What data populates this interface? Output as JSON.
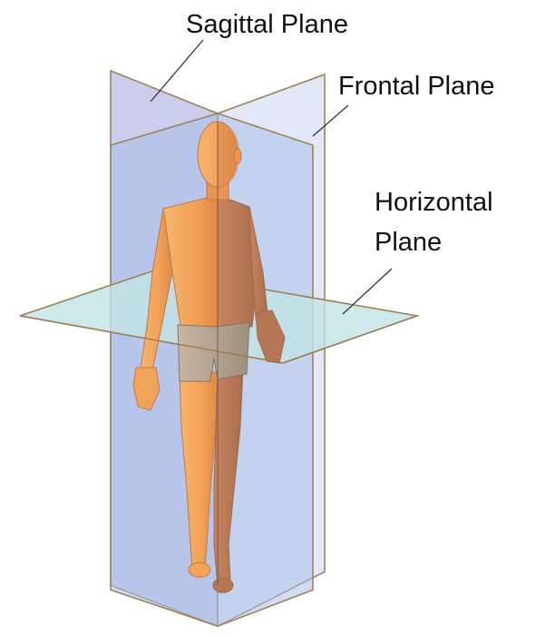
{
  "labels": {
    "sagittal": "Sagittal Plane",
    "frontal": "Frontal Plane",
    "horizontal_line1": "Horizontal",
    "horizontal_line2": "Plane"
  },
  "colors": {
    "sagittal_plane": "#b9bce6",
    "frontal_plane": "#a9c0ea",
    "horizontal_plane": "#c3e3e6",
    "plane_edge": "#9c7e4e",
    "skin": "#f3a25a",
    "skin_shadow": "#c07a52",
    "shorts": "#b7a99a",
    "leader_line": "#333333",
    "text": "#111111"
  },
  "figure": {
    "subject": "anatomical human figure"
  }
}
